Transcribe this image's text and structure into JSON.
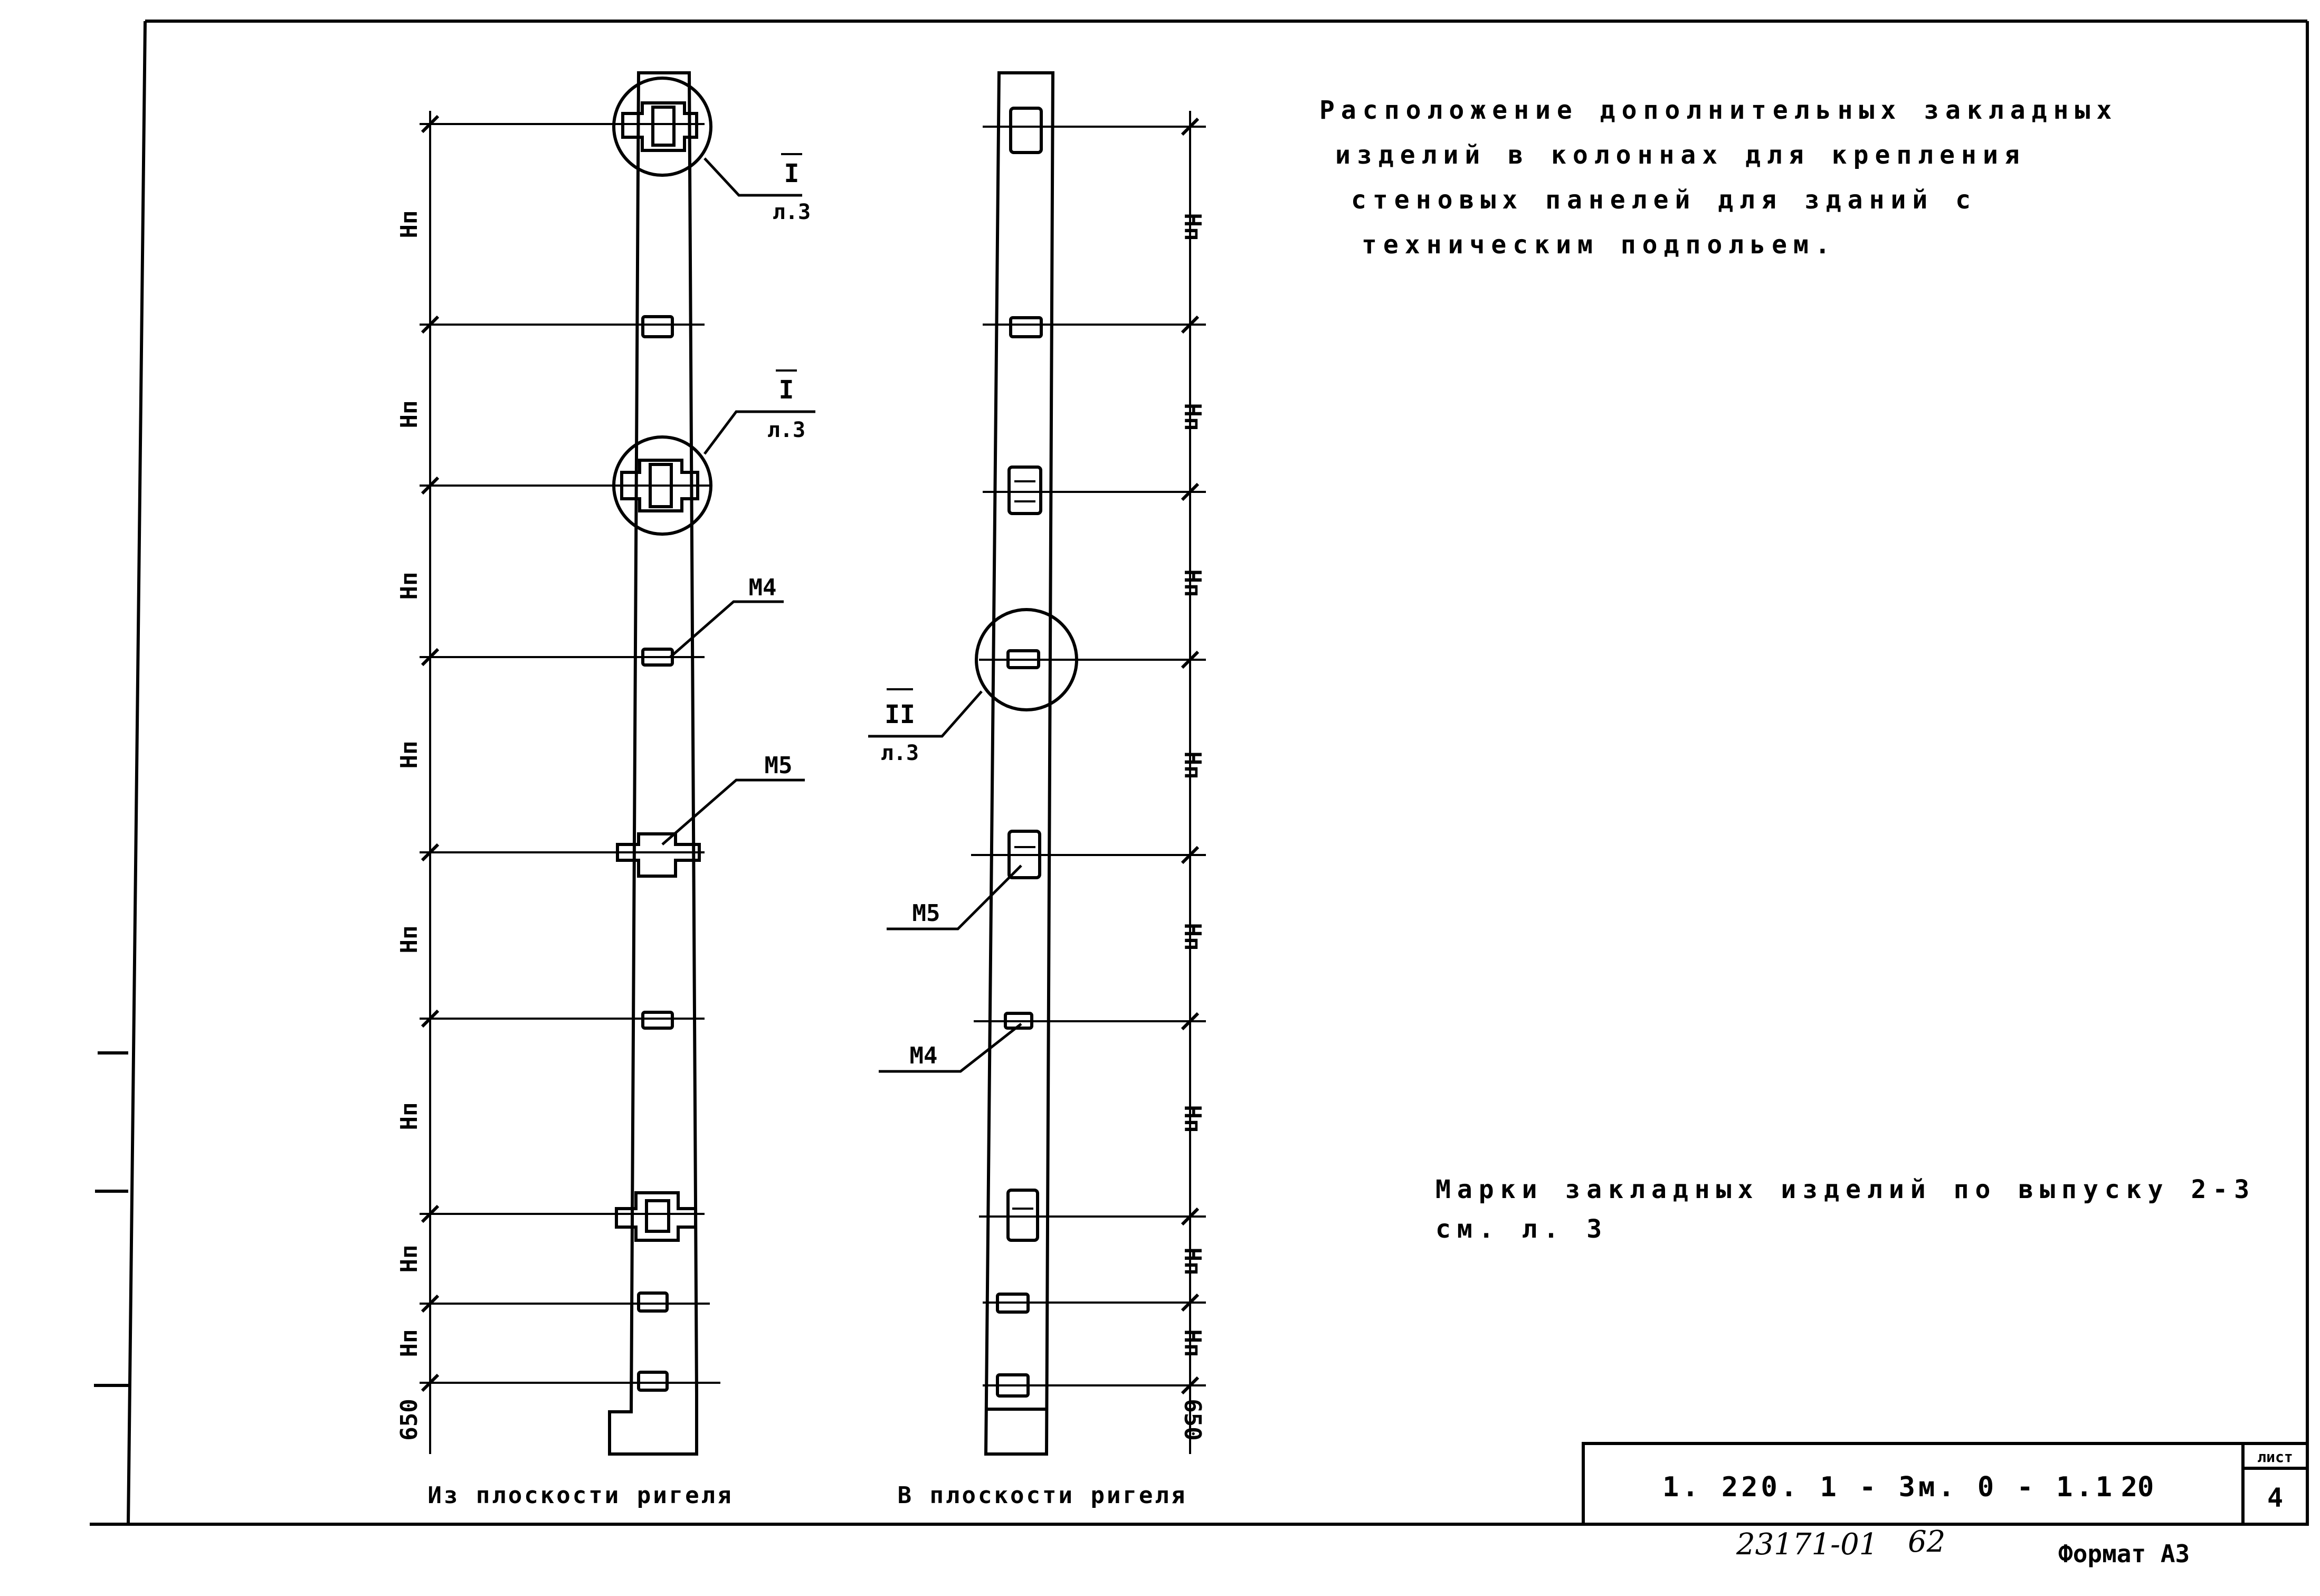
{
  "title_note": {
    "line1": "Расположение дополнительных закладных",
    "line2": "изделий в колоннах для крепления",
    "line3": "стеновых панелей для зданий с",
    "line4": "техническим подпольем."
  },
  "marks_note": {
    "line1": "Марки закладных изделий по выпуску 2-3",
    "line2": "см. л. 3"
  },
  "views": {
    "left_caption": "Из плоскости ригеля",
    "right_caption": "В плоскости ригеля"
  },
  "dimension": {
    "span_label": "Нп",
    "bottom_label": "650"
  },
  "callouts": {
    "node_I_top": "I",
    "node_I_bottom": "л.3",
    "node_II_top": "II",
    "node_II_bottom": "л.3",
    "m4": "М4",
    "m5": "М5"
  },
  "title_block": {
    "code": "1. 220. 1 - 3м. 0 - 1.1",
    "number": "20",
    "sheet_label": "лист",
    "sheet_number": "4"
  },
  "footer": {
    "inventory": "23171-01",
    "page": "62",
    "format": "Формат А3"
  }
}
